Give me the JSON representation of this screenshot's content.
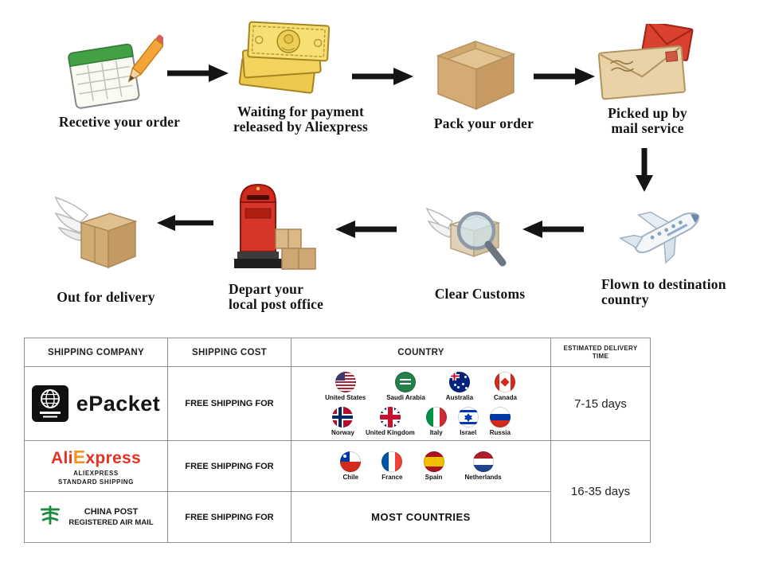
{
  "flow": {
    "receive": {
      "label": "Recetive your order"
    },
    "payment": {
      "line1": "Waiting for payment",
      "line2": "released by Aliexpress"
    },
    "pack": {
      "label": "Pack your order"
    },
    "pickup": {
      "line1": "Picked up by",
      "line2": "mail service"
    },
    "flown": {
      "line1": "Flown to destination",
      "line2": "country"
    },
    "customs": {
      "label": "Clear Customs"
    },
    "depart": {
      "line1": "Depart your",
      "line2": "local post office"
    },
    "out": {
      "label": "Out for delivery"
    }
  },
  "table": {
    "headers": [
      "SHIPPING COMPANY",
      "SHIPPING COST",
      "COUNTRY",
      "ESTIMATED DELIVERY TIME"
    ],
    "epacket": {
      "name": "ePacket",
      "cost": "FREE SHIPPING FOR",
      "delivery": "7-15 days",
      "flags_a": [
        {
          "code": "us",
          "label": "United States"
        },
        {
          "code": "sa",
          "label": "Saudi Arabia"
        },
        {
          "code": "au",
          "label": "Australia"
        },
        {
          "code": "ca",
          "label": "Canada"
        }
      ],
      "flags_b": [
        {
          "code": "no",
          "label": "Norway"
        },
        {
          "code": "gb",
          "label": "United Kingdom"
        },
        {
          "code": "it",
          "label": "Italy"
        },
        {
          "code": "il",
          "label": "Israel"
        },
        {
          "code": "ru",
          "label": "Russia"
        }
      ]
    },
    "aliexpress": {
      "logo": {
        "part1": "Ali",
        "part2": "E",
        "part3": "xpress"
      },
      "subtitle1": "ALIEXPRESS",
      "subtitle2": "STANDARD SHIPPING",
      "cost": "FREE SHIPPING FOR",
      "flags": [
        {
          "code": "cl",
          "label": "Chile"
        },
        {
          "code": "fr",
          "label": "France"
        },
        {
          "code": "es",
          "label": "Spain"
        },
        {
          "code": "nl",
          "label": "Netherlands"
        }
      ]
    },
    "chinapost": {
      "line1": "CHINA POST",
      "line2": "REGISTERED AIR MAIL",
      "cost": "FREE SHIPPING FOR",
      "countries": "MOST COUNTRIES"
    },
    "delivery_merged": "16-35 days"
  },
  "colors": {
    "arrow_black": "#141414",
    "aliexpress_red": "#e43225",
    "aliexpress_orange": "#f7941e",
    "chinapost_green": "#1d8a3d",
    "postbox_red": "#d6362a",
    "carton_tan": "#d2ab74",
    "money_gold": "#f7df74"
  }
}
